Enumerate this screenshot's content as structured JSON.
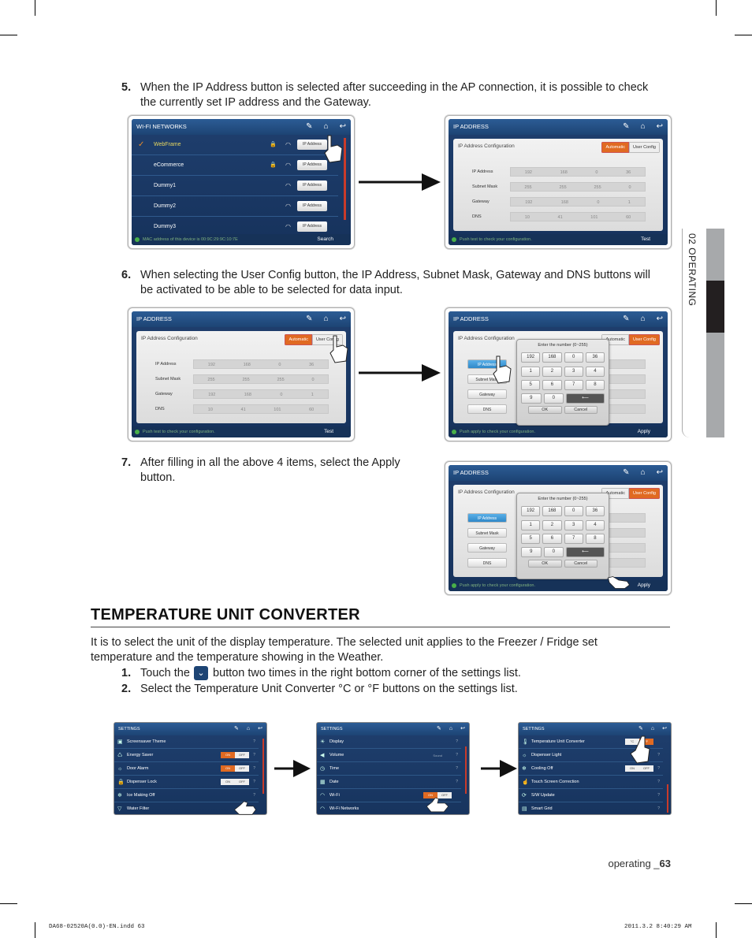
{
  "steps": {
    "s5": {
      "num": "5.",
      "text1": "When the IP Address button is selected after succeeding in the AP connection, it is possible to check",
      "text2": "the currently set IP address and the Gateway."
    },
    "s6": {
      "num": "6.",
      "text1": "When selecting the User Config button, the IP Address, Subnet Mask, Gateway and DNS buttons will",
      "text2": "be activated to be able to be selected for data input."
    },
    "s7": {
      "num": "7.",
      "text1": "After filling in all the above 4 items, select the Apply",
      "text2": "button."
    }
  },
  "wifi_screen": {
    "title": "WI-FI NETWORKS",
    "networks": [
      "WebFrame",
      "eCommerce",
      "Dummy1",
      "Dummy2",
      "Dummy3"
    ],
    "ip_button": "IP Address",
    "footer": "MAC address of this device is 00:9C:29:9C:10:7E",
    "footer_button": "Search"
  },
  "ip_screen": {
    "title": "IP ADDRESS",
    "config_title": "IP Address Configuration",
    "automatic": "Automatic",
    "user_config": "User Config",
    "rows": [
      {
        "label": "IP Address",
        "values": [
          "192",
          "168",
          "0",
          "36"
        ]
      },
      {
        "label": "Subnet Mask",
        "values": [
          "255",
          "255",
          "255",
          "0"
        ]
      },
      {
        "label": "Gateway",
        "values": [
          "192",
          "168",
          "0",
          "1"
        ]
      },
      {
        "label": "DNS",
        "values": [
          "10",
          "41",
          "101",
          "60"
        ]
      }
    ],
    "footer_test": "Push test to check your configuration.",
    "footer_apply": "Push apply to check your configuration.",
    "test_button": "Test",
    "apply_button": "Apply"
  },
  "keypad": {
    "title": "Enter the number (0~255)",
    "entries": [
      "192",
      "168",
      "0",
      "36"
    ],
    "keys_row1": [
      "1",
      "2",
      "3",
      "4"
    ],
    "keys_row2": [
      "5",
      "6",
      "7",
      "8"
    ],
    "keys_row3": [
      "9",
      "0"
    ],
    "ok": "OK",
    "cancel": "Cancel",
    "buttons": [
      "IP Address",
      "Subnet Mask",
      "Gateway",
      "DNS"
    ]
  },
  "section": {
    "title": "TEMPERATURE UNIT CONVERTER",
    "intro1": "It is to select the unit of the display temperature. The selected unit applies to the Freezer / Fridge set",
    "intro2": "temperature and the temperature showing in the Weather.",
    "s1_num": "1.",
    "s1_a": "Touch the",
    "s1_b": "button two times in the right bottom corner of the settings list.",
    "s2_num": "2.",
    "s2_text": "Select the Temperature Unit Converter °C or °F buttons on the settings list."
  },
  "settings": {
    "title": "SETTINGS",
    "on": "ON",
    "off": "OFF",
    "list1": [
      "Screensaver Theme",
      "Energy Saver",
      "Door Alarm",
      "Dispenser Lock",
      "Ice Making Off",
      "Water Filter"
    ],
    "list2": [
      "Display",
      "Volume",
      "Time",
      "Date",
      "Wi-Fi",
      "Wi-Fi Networks"
    ],
    "list3": [
      "Temperature Unit Converter",
      "Dispenser Light",
      "Cooling Off",
      "Touch Screen Correction",
      "S/W Update",
      "Smart Grid"
    ],
    "volume_value": "Sound"
  },
  "side_tab": "02 OPERATING",
  "page": {
    "prefix": "operating _",
    "number": "63"
  },
  "slug": {
    "file": "DA68-02520A(0.0)-EN.indd   63",
    "date": "2011.3.2   8:40:29 AM"
  },
  "colors": {
    "accent": "#e06a22",
    "header": "#1d4474",
    "selected": "#2f88c8"
  }
}
